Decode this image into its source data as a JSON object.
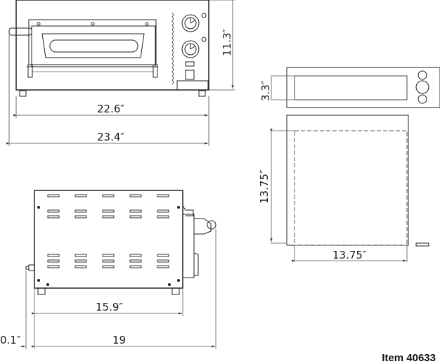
{
  "drawing": {
    "item_label": "Item 40633",
    "front_view": {
      "height_dim": "11.3″",
      "body_width_dim": "22.6″",
      "overall_width_dim": "23.4″"
    },
    "top_view": {
      "opening_height_dim": "3.3″"
    },
    "plan_view": {
      "deck_depth_dim": "13.75″",
      "deck_width_dim": "13.75″"
    },
    "side_view": {
      "body_depth_dim": "15.9″",
      "overall_depth_dim": "19",
      "offset_dim": "0.1″"
    }
  }
}
